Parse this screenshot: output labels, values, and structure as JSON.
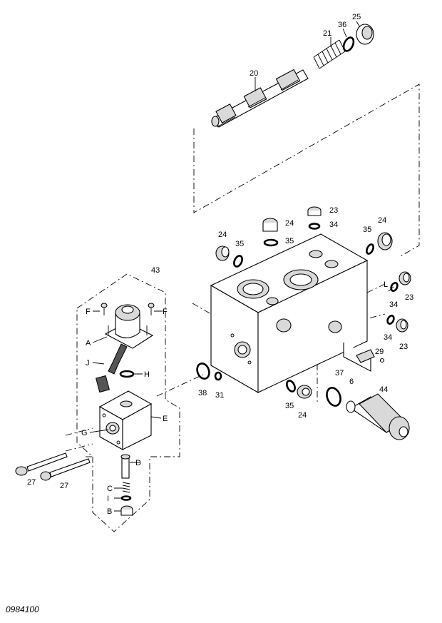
{
  "drawing_code": "0984100",
  "labels": {
    "l20": "20",
    "l21": "21",
    "l36": "36",
    "l25": "25",
    "l23a": "23",
    "l34a": "34",
    "l24a": "24",
    "l35a": "35",
    "l24b": "24",
    "l35b": "35",
    "l24c": "24",
    "l35c": "35",
    "l23b": "23",
    "l34b": "34",
    "l23c": "23",
    "l34c": "34",
    "l29": "29",
    "l6": "6",
    "l37": "37",
    "l44": "44",
    "l35d": "35",
    "l24d": "24",
    "l38": "38",
    "l31": "31",
    "l43": "43",
    "lFa": "F",
    "lFb": "F",
    "lA": "A",
    "lJ": "J",
    "lH": "H",
    "lE": "E",
    "lG": "G",
    "lD": "D",
    "lC": "C",
    "lI": "I",
    "lB": "B",
    "lL": "L",
    "l27a": "27",
    "l27b": "27"
  }
}
